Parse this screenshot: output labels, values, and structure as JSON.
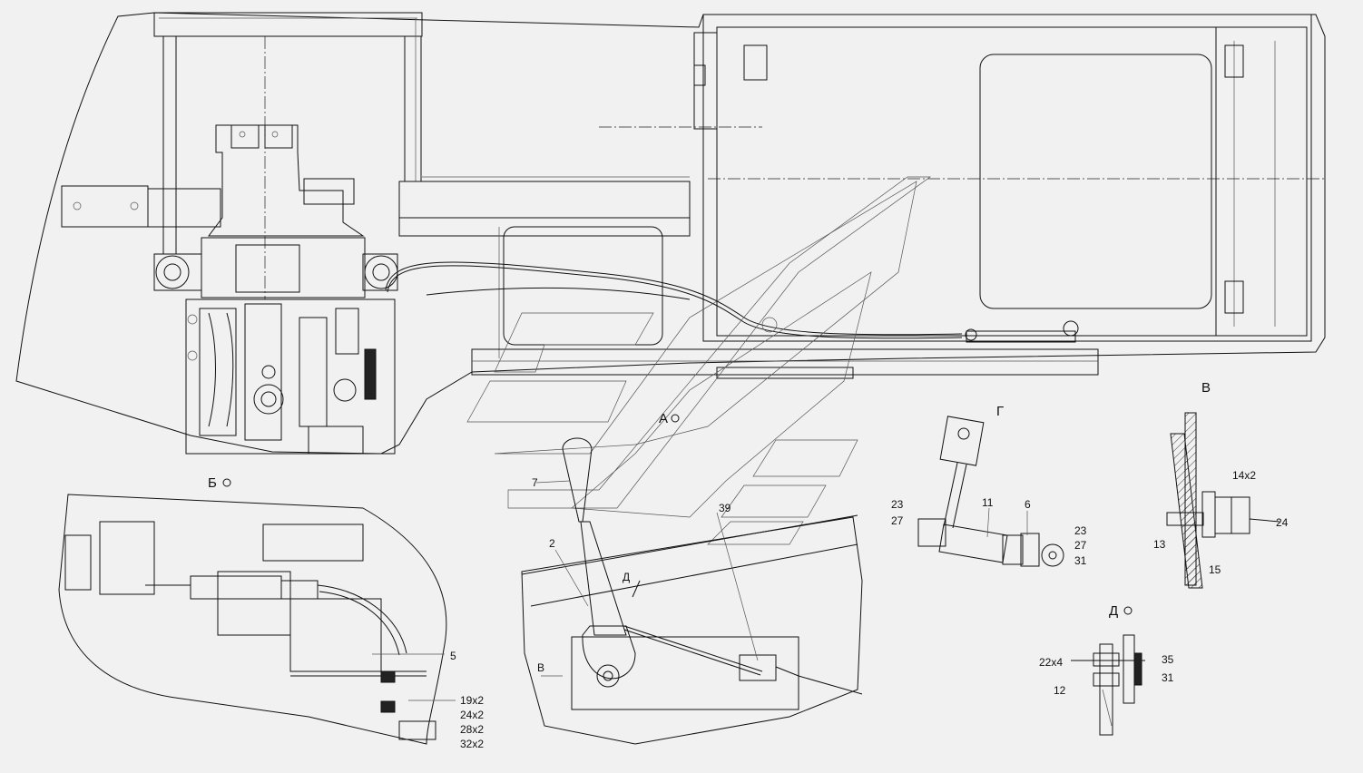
{
  "views": {
    "a": "А",
    "b": "Б",
    "v": "В",
    "g": "Г",
    "d": "Д"
  },
  "callouts": {
    "c2": "2",
    "c5": "5",
    "c6": "6",
    "c7": "7",
    "c11": "11",
    "c12": "12",
    "c13": "13",
    "c14x2": "14х2",
    "c15": "15",
    "c19x2": "19х2",
    "c22x4": "22х4",
    "c23a": "23",
    "c23b": "23",
    "c24": "24",
    "c24x2": "24х2",
    "c27a": "27",
    "c27b": "27",
    "c28x2": "28х2",
    "c31a": "31",
    "c31b": "31",
    "c32x2": "32х2",
    "c35": "35",
    "c39": "39"
  },
  "arrows": {
    "d_arrow": "Д",
    "v_arrow": "В"
  }
}
